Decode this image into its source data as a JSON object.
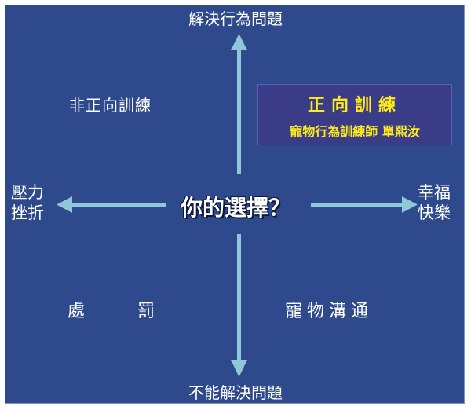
{
  "axes": {
    "top": "解決行為問題",
    "bottom": "不能解決問題",
    "left_line1": "壓力",
    "left_line2": "挫折",
    "right_line1": "幸福",
    "right_line2": "快樂"
  },
  "quadrants": {
    "top_left": "非正向訓練",
    "bottom_left": "處 罰",
    "bottom_right": "寵物溝通"
  },
  "center_question": "你的選擇？",
  "highlight": {
    "title": "正向訓練",
    "subtitle": "寵物行為訓練師 單熙汝"
  },
  "colors": {
    "background": "#2e4a8c",
    "arrow": "#8fc8d8",
    "highlight_text": "#ffeb1a",
    "text": "#ffffff"
  }
}
